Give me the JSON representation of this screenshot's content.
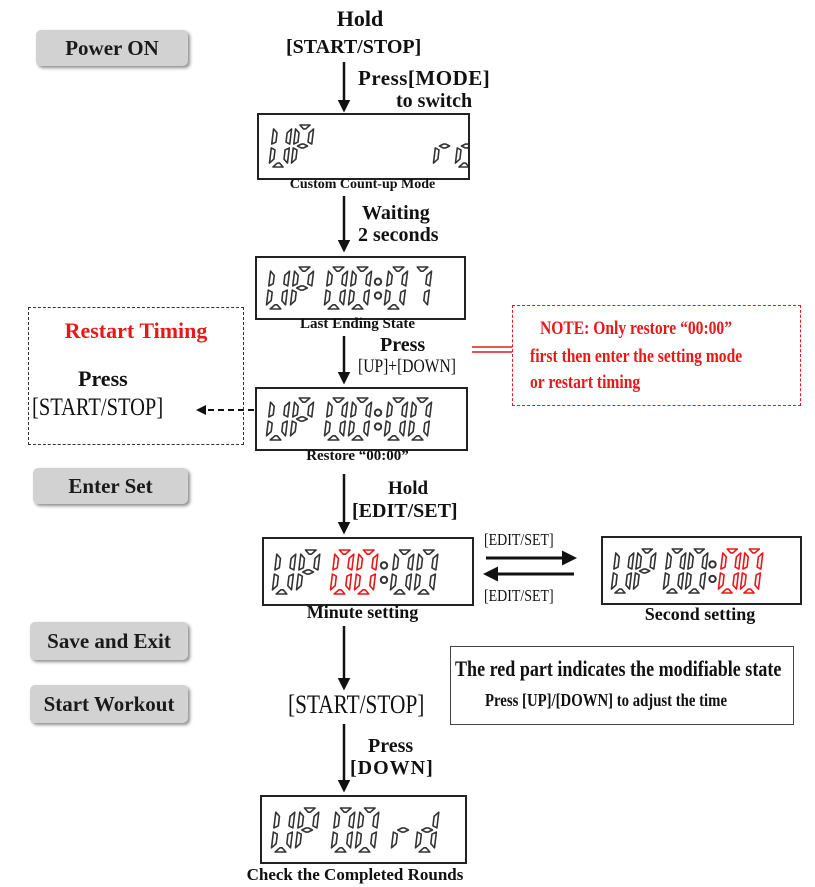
{
  "steps": {
    "power_on": "Power ON",
    "enter_set": "Enter Set",
    "save_exit": "Save and Exit",
    "start_workout": "Start Workout"
  },
  "flow": {
    "hold1": "Hold",
    "start_stop1": "[START/STOP]",
    "press_mode": "Press[MODE]",
    "to_switch": "to switch",
    "waiting": "Waiting",
    "two_seconds": "2 seconds",
    "press_updown": "Press",
    "updown_keys": "[UP]+[DOWN]",
    "hold2": "Hold",
    "edit_set": "[EDIT/SET]",
    "edit_set_top": "[EDIT/SET]",
    "edit_set_bottom": "[EDIT/SET]",
    "start_stop2": "[START/STOP]",
    "press_down": "Press",
    "down_key": "[DOWN]"
  },
  "displays": [
    {
      "id": "custom",
      "chars": "UP  rd",
      "caption": "Custom Count-up Mode"
    },
    {
      "id": "last",
      "chars": "UP 00:07",
      "caption": "Last Ending State"
    },
    {
      "id": "restore",
      "chars": "UP 00:00",
      "caption": "Restore “00:00”"
    },
    {
      "id": "minute",
      "chars": "UP 00:00",
      "caption": "Minute setting"
    },
    {
      "id": "second",
      "chars": "UP 00:00",
      "caption": "Second setting"
    },
    {
      "id": "rounds",
      "chars": "UP 00 rd",
      "caption": "Check the Completed Rounds"
    }
  ],
  "restart": {
    "title": "Restart Timing",
    "press": "Press",
    "key": "[START/STOP]"
  },
  "note": {
    "prefix": "NOTE:",
    "line1": " Only restore “00:00”",
    "line2": "first then enter the setting mode",
    "line3": "or restart timing"
  },
  "info": {
    "line1": "The red part indicates the modifiable state",
    "line2": "Press [UP]/[DOWN] to adjust the time"
  },
  "colors": {
    "accent_red": "#e8171a",
    "button_gray": "#d2d2d2",
    "segment": "#333333"
  }
}
